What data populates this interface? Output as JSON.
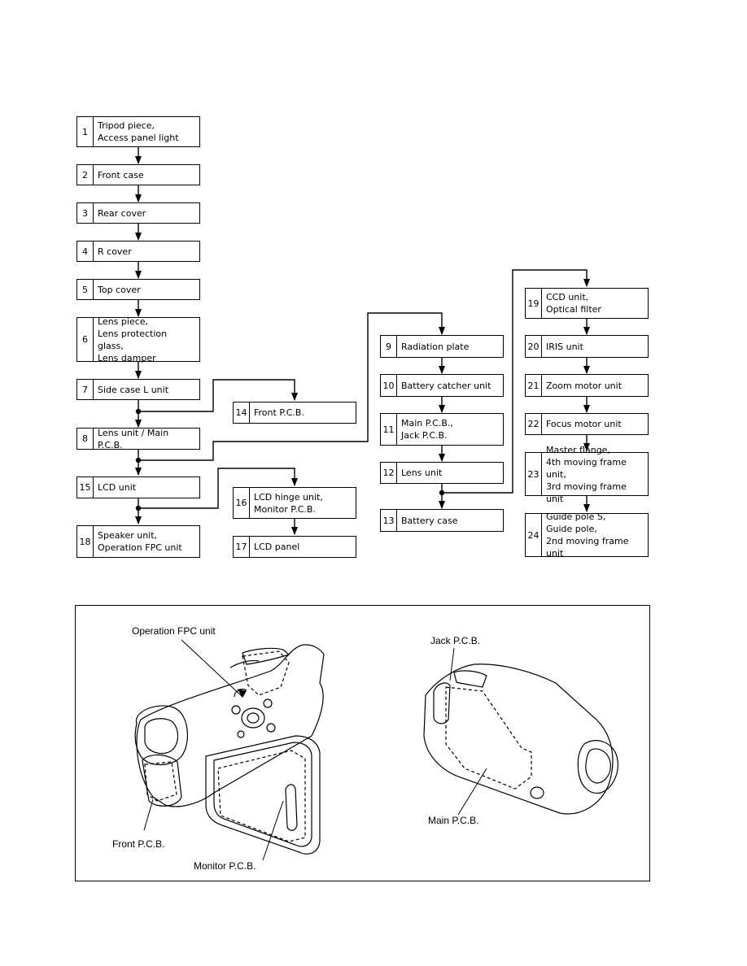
{
  "steps": [
    {
      "num": "1",
      "label": "Tripod piece,\nAccess panel light"
    },
    {
      "num": "2",
      "label": "Front case"
    },
    {
      "num": "3",
      "label": "Rear cover"
    },
    {
      "num": "4",
      "label": "R cover"
    },
    {
      "num": "5",
      "label": "Top cover"
    },
    {
      "num": "6",
      "label": "Lens piece,\nLens protection glass,\nLens damper"
    },
    {
      "num": "7",
      "label": "Side case L unit"
    },
    {
      "num": "8",
      "label": "Lens unit / Main P.C.B."
    },
    {
      "num": "9",
      "label": "Radiation plate"
    },
    {
      "num": "10",
      "label": "Battery catcher unit"
    },
    {
      "num": "11",
      "label": "Main P.C.B.,\nJack P.C.B."
    },
    {
      "num": "12",
      "label": "Lens unit"
    },
    {
      "num": "13",
      "label": "Battery case"
    },
    {
      "num": "14",
      "label": "Front P.C.B."
    },
    {
      "num": "15",
      "label": "LCD unit"
    },
    {
      "num": "16",
      "label": "LCD hinge unit,\nMonitor P.C.B."
    },
    {
      "num": "17",
      "label": "LCD panel"
    },
    {
      "num": "18",
      "label": "Speaker unit,\nOperation FPC unit"
    },
    {
      "num": "19",
      "label": "CCD unit,\nOptical filter"
    },
    {
      "num": "20",
      "label": "IRIS unit"
    },
    {
      "num": "21",
      "label": "Zoom motor unit"
    },
    {
      "num": "22",
      "label": "Focus motor unit"
    },
    {
      "num": "23",
      "label": "Master flange,\n4th moving frame unit,\n3rd moving frame unit"
    },
    {
      "num": "24",
      "label": "Guide pole S,\nGuide pole,\n2nd moving frame unit"
    }
  ],
  "callouts": {
    "operation_fpc": "Operation FPC unit",
    "front_pcb": "Front P.C.B.",
    "monitor_pcb": "Monitor P.C.B.",
    "jack_pcb": "Jack P.C.B.",
    "main_pcb": "Main P.C.B."
  }
}
